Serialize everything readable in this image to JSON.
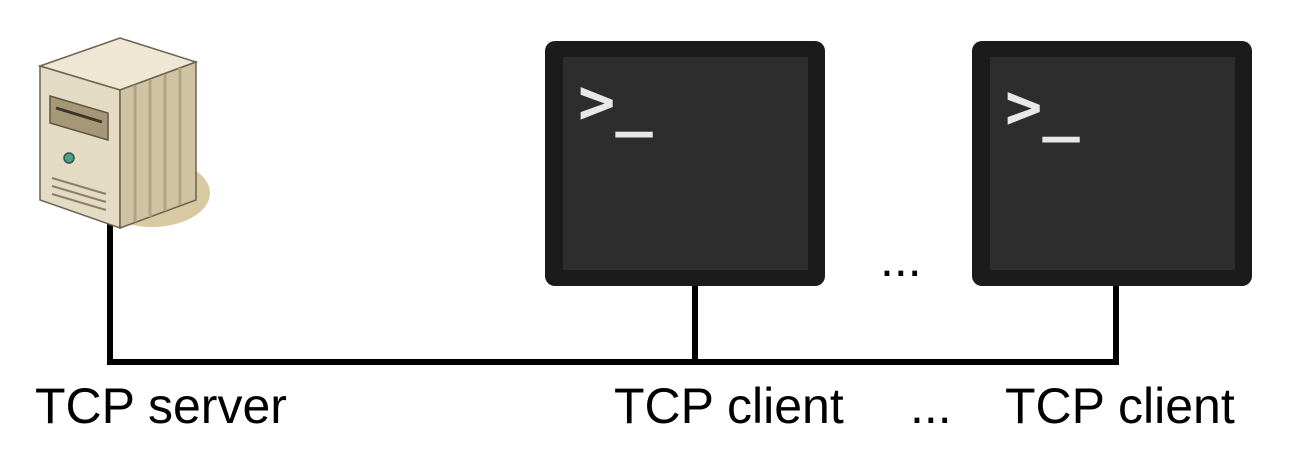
{
  "nodes": {
    "server": {
      "label": "TCP server",
      "icon": "server-tower-icon"
    },
    "client_1": {
      "label": "TCP client",
      "prompt": ">_",
      "icon": "terminal-icon"
    },
    "client_2": {
      "label": "TCP client",
      "prompt": ">_",
      "icon": "terminal-icon"
    }
  },
  "ellipsis_top": "...",
  "ellipsis_bottom": "...",
  "colors": {
    "line": "#000000",
    "terminal_frame": "#1b1b1b",
    "terminal_screen": "#2d2d2d",
    "prompt_text": "#e8e8e8",
    "server_body": "#ddd2b6",
    "server_shadow": "#d8c9a3"
  }
}
